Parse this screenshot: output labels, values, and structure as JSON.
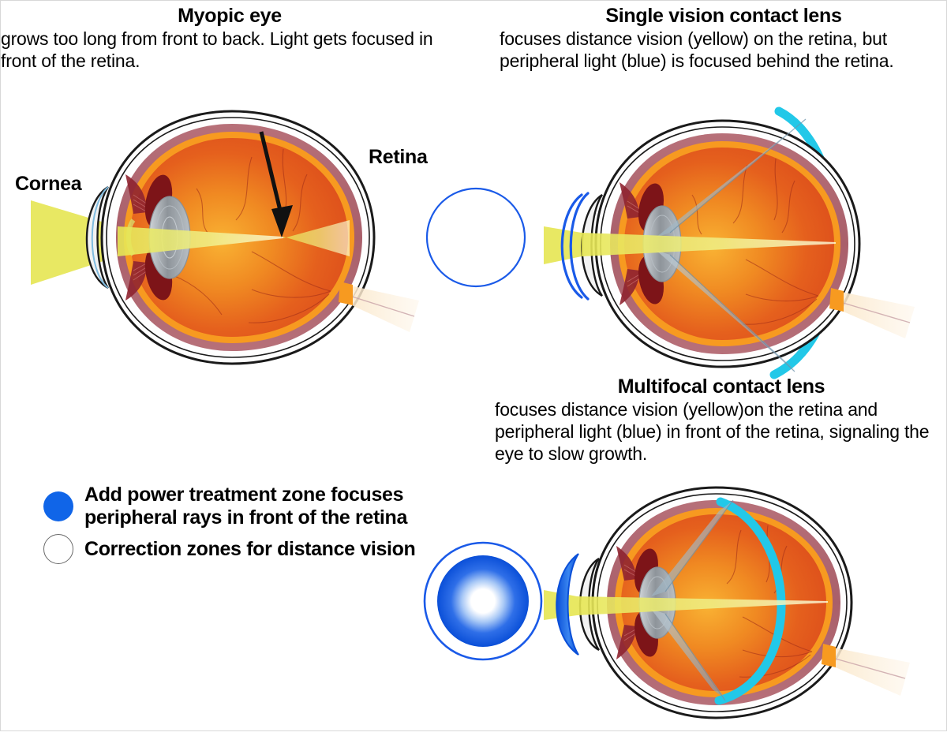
{
  "panels": {
    "myopic": {
      "title": "Myopic eye",
      "description": "grows too long from front to back. Light gets focused in front of the retina.",
      "labels": {
        "cornea": "Cornea",
        "retina": "Retina"
      },
      "annotation_icon": "down-arrow-icon"
    },
    "single_vision": {
      "title": "Single vision contact lens",
      "description": "focuses distance vision (yellow) on the retina, but peripheral light (blue) is focused behind the retina.",
      "lens_icon": "single-vision-lens-icon"
    },
    "multifocal": {
      "title": "Multifocal contact lens",
      "description": "focuses distance vision (yellow)on the retina and peripheral light (blue) in front of the retina, signaling the eye to slow growth.",
      "lens_icon": "multifocal-lens-icon"
    }
  },
  "legend": {
    "items": [
      {
        "swatch": "filled-blue-circle",
        "label": "Add power treatment zone focuses peripheral rays in front of the retina"
      },
      {
        "swatch": "open-white-circle",
        "label": "Correction zones for distance vision"
      }
    ]
  },
  "colors": {
    "add_power_blue": "#1065e8",
    "correction_white": "#ffffff",
    "correction_outline": "#6b6b6b",
    "peripheral_cyan": "#22c8e8",
    "distance_yellow": "#e8e85a",
    "retina_orange": "#f79a20",
    "vitreous_orange": "#e8601e",
    "choroid_mauve": "#b06a74",
    "sclera_white": "#fefefe",
    "outline_black": "#1a1a1a",
    "lens_gray": "#9aa0a6",
    "iris_dark_red": "#7d1418",
    "optic_nerve_cream": "#fdf0dc",
    "ray_gray_blue": "#93a7b5",
    "background": "#ffffff"
  }
}
